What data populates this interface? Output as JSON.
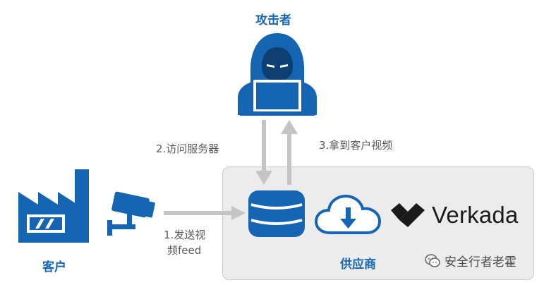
{
  "labels": {
    "attacker": "攻击者",
    "customer": "客户",
    "vendor": "供应商",
    "step1_line1": "1.发送视",
    "step1_line2": "频feed",
    "step2": "2.访问服务器",
    "step3": "3.拿到客户视频",
    "brand": "Verkada"
  },
  "watermark": {
    "text": "安全行者老霍",
    "icon": "wechat-icon"
  },
  "icons": {
    "attacker": "hacker-icon",
    "customer": "factory-icon",
    "camera": "security-camera-icon",
    "server": "database-server-icon",
    "cloud": "cloud-download-icon",
    "logo": "verkada-logo-icon"
  },
  "colors": {
    "primary_blue": "#1565b3",
    "arrow_gray": "#c4c4c4",
    "vendor_bg": "#ececec",
    "text_gray": "#5a5a5a"
  }
}
